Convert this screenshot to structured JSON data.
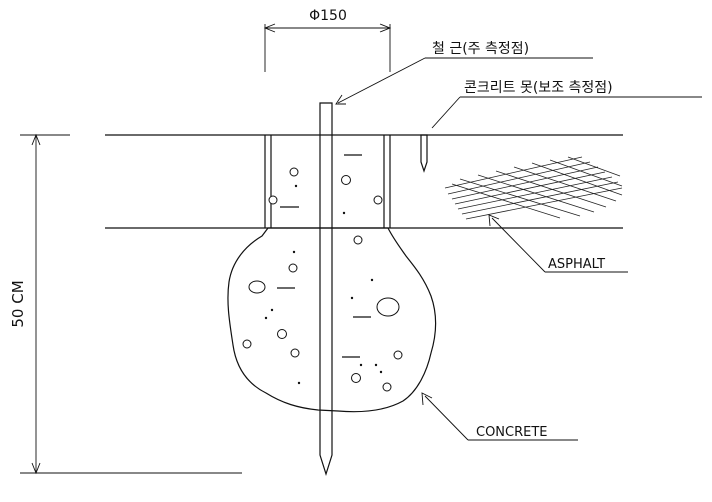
{
  "labels": {
    "diameter": "Φ150",
    "rebar_point": "철 근(주 측정점)",
    "concrete_nail_point": "콘크리트 못(보조 측정점)",
    "depth": "50 CM",
    "asphalt": "ASPHALT",
    "concrete": "CONCRETE"
  },
  "colors": {
    "line": "#111111",
    "background": "#ffffff"
  }
}
